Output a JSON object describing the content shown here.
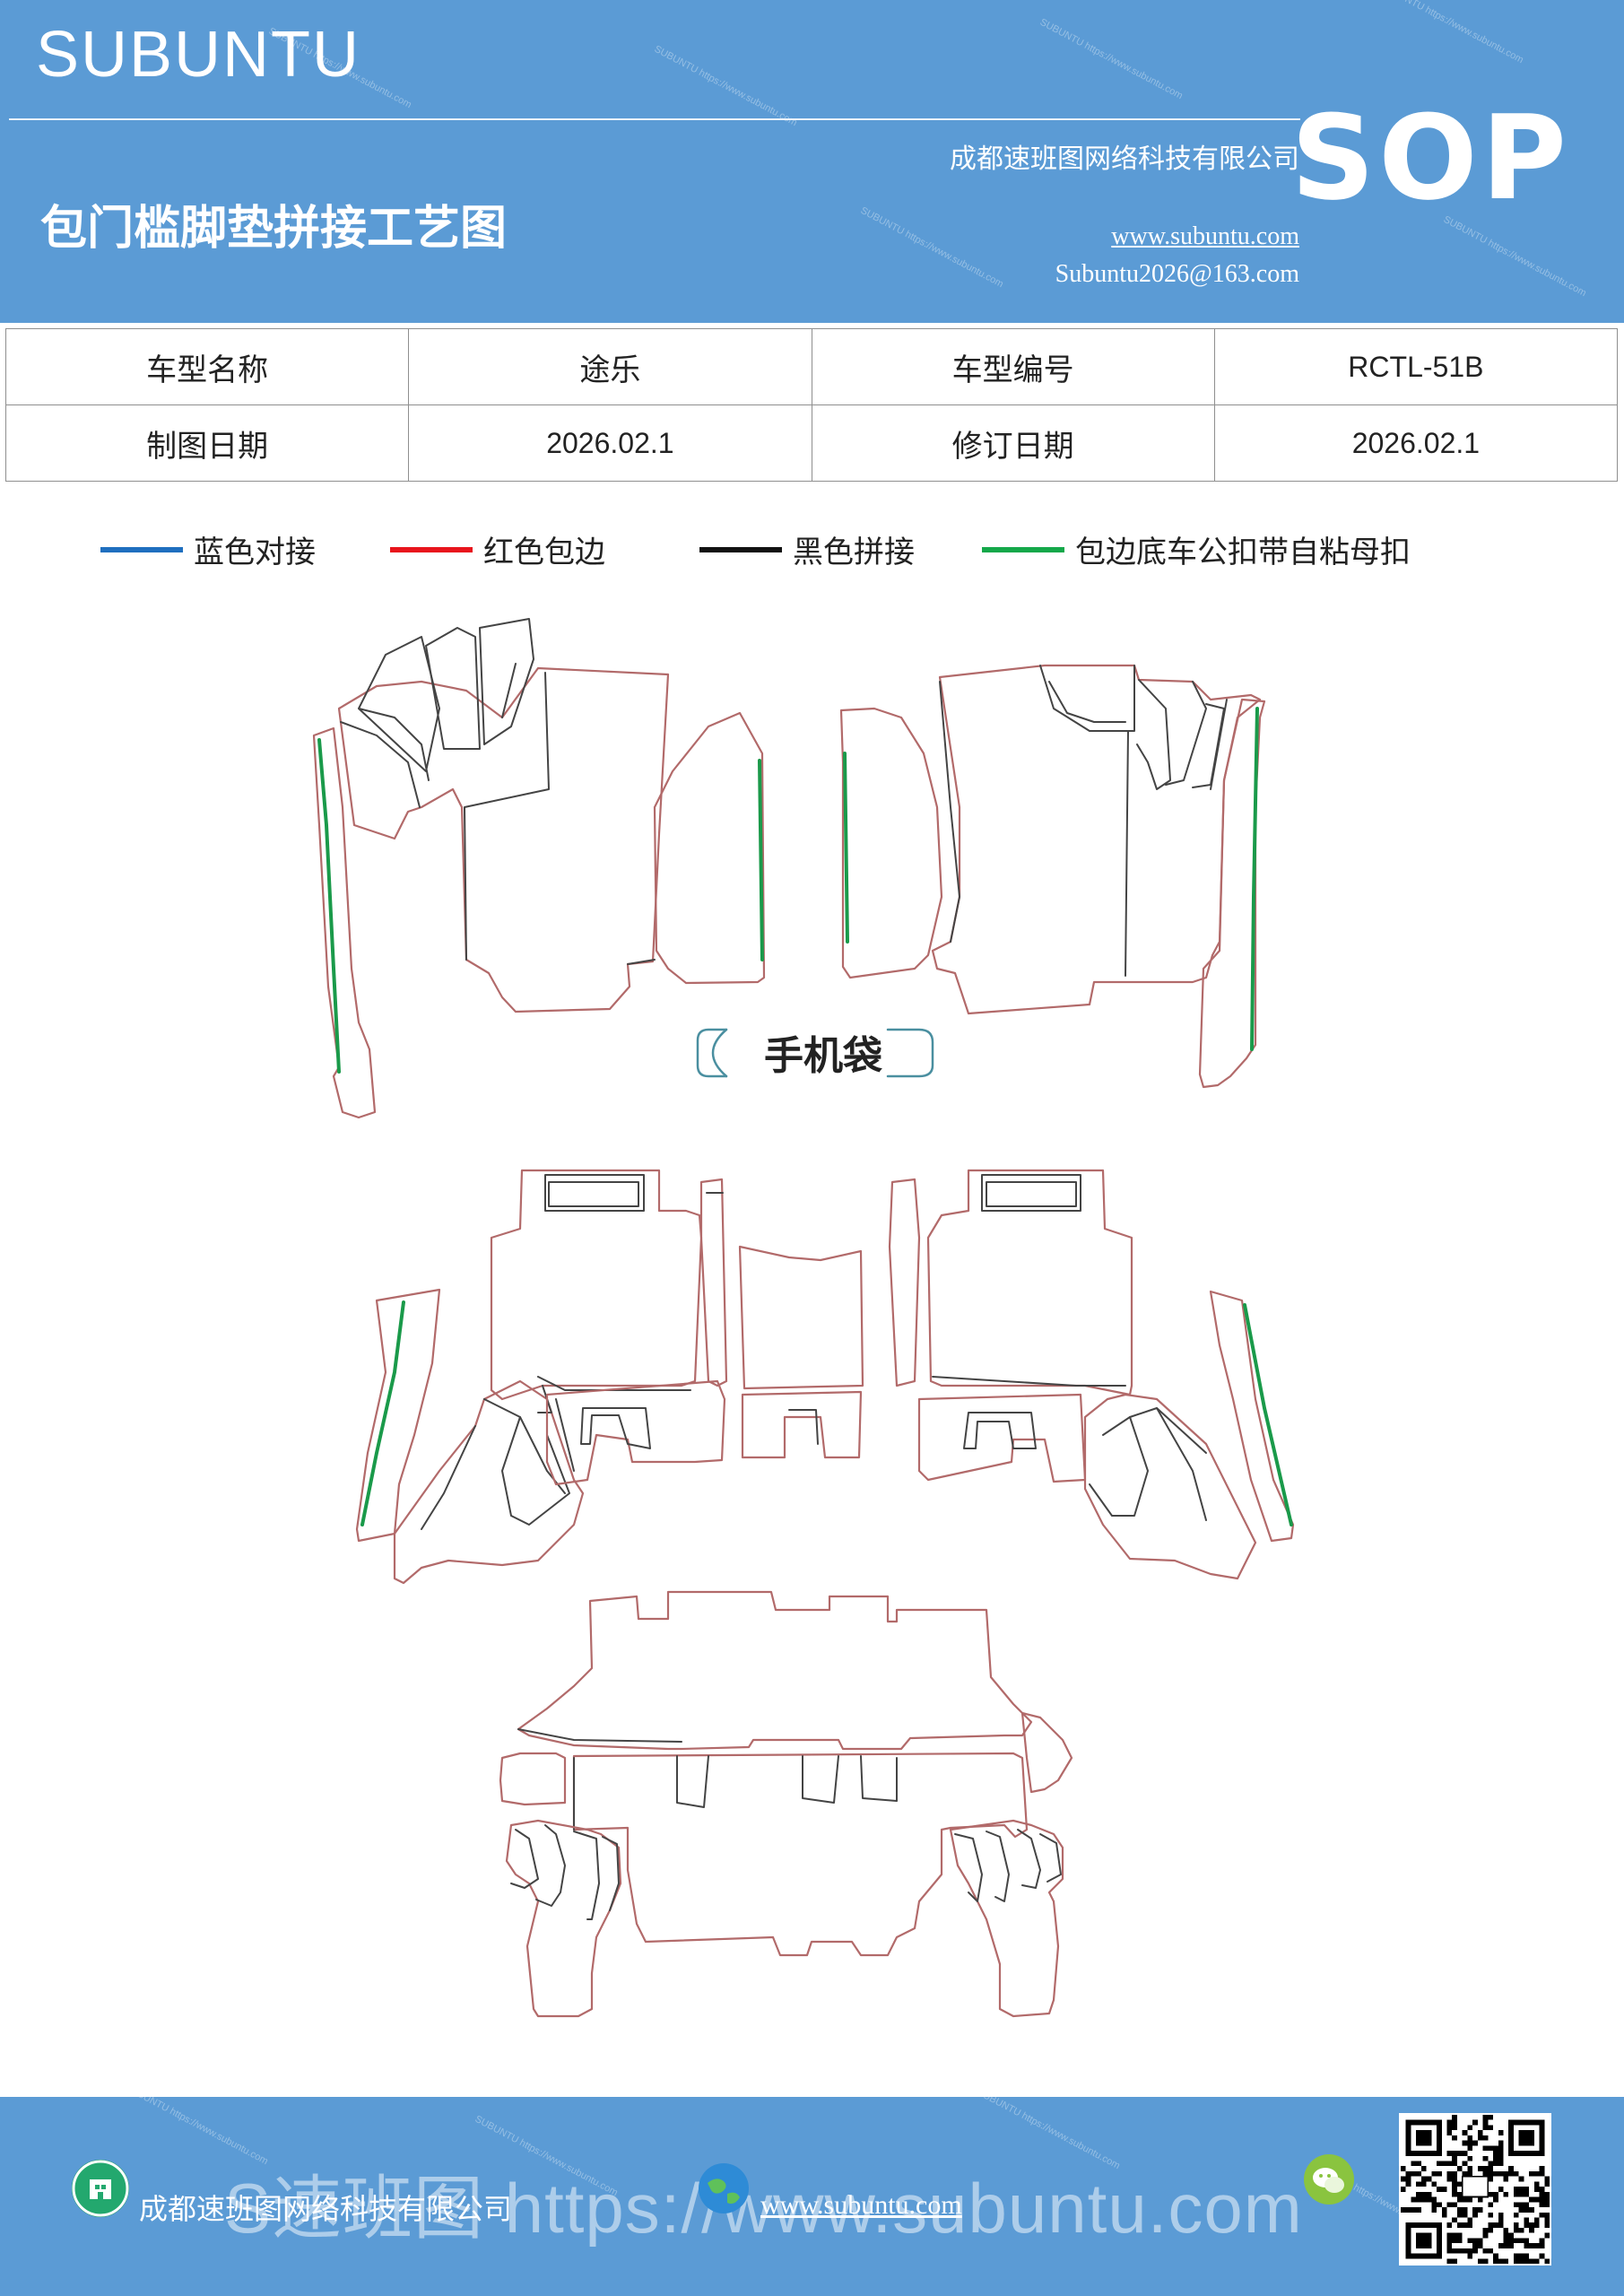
{
  "header": {
    "brand": "SUBUNTU",
    "title": "包门槛脚垫拼接工艺图",
    "company": "成都速班图网络科技有限公司",
    "website": "www.subuntu.com",
    "email": "Subuntu2026@163.com",
    "badge": "SOP"
  },
  "info": {
    "model_name_label": "车型名称",
    "model_name": "途乐",
    "model_code_label": "车型编号",
    "model_code": "RCTL-51B",
    "draw_date_label": "制图日期",
    "draw_date": "2026.02.1",
    "revise_date_label": "修订日期",
    "revise_date": "2026.02.1"
  },
  "legend": [
    {
      "label": "蓝色对接",
      "color": "#1f6fbf"
    },
    {
      "label": "红色包边",
      "color": "#e8141c"
    },
    {
      "label": "黑色拼接",
      "color": "#111111"
    },
    {
      "label": "包边底车公扣带自粘母扣",
      "color": "#14a84a"
    }
  ],
  "diagram": {
    "pocket_label": "手机袋",
    "colors": {
      "outline": "#b26a6a",
      "seam": "#444444",
      "hook": "#1a9a4a",
      "pocket": "#4a8fa0"
    }
  },
  "footer": {
    "company": "成都速班图网络科技有限公司",
    "website": "www.subuntu.com",
    "overlay": "S速班图 https://www.subuntu.com"
  }
}
